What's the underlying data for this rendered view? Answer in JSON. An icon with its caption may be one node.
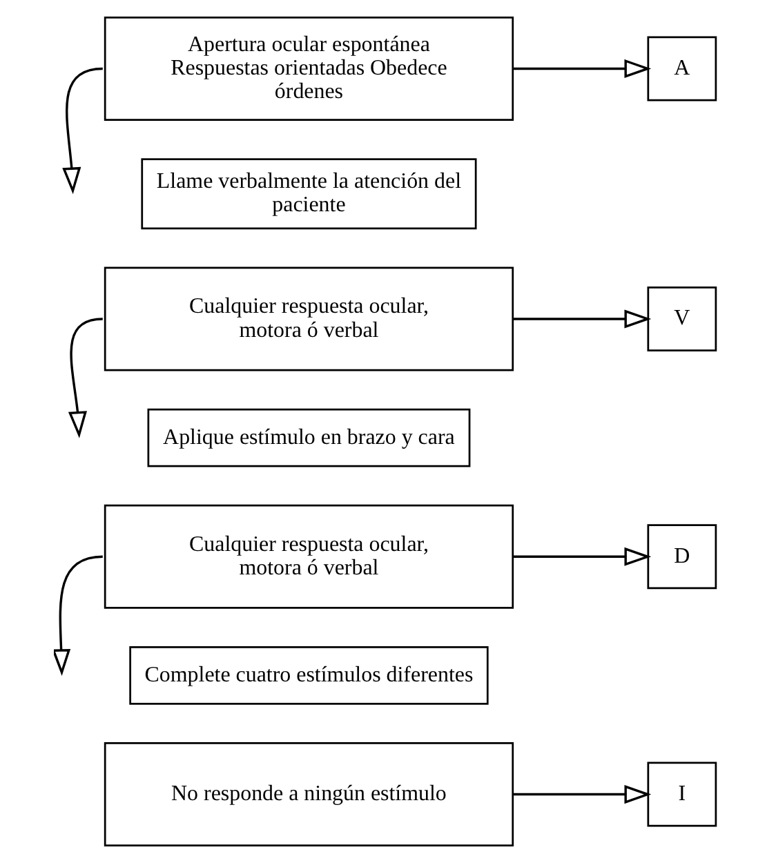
{
  "diagram": {
    "nodes": [
      {
        "text": [
          "Apertura ocular espontánea Respuestas orientadas Obedece órdenes"
        ]
      },
      {
        "text": [
          "A"
        ]
      },
      {
        "text": [
          "Llame verbalmente la atención del paciente"
        ]
      },
      {
        "text": [
          "Cualquier respuesta ocular, motora ó verbal"
        ]
      },
      {
        "text": [
          "V"
        ]
      },
      {
        "text": [
          "Aplique estímulo en brazo y cara"
        ]
      },
      {
        "text": [
          "Cualquier respuesta ocular, motora ó verbal"
        ]
      },
      {
        "text": [
          "D"
        ]
      },
      {
        "text": [
          "Complete cuatro estímulos diferentes"
        ]
      },
      {
        "text": [
          "No responde a ningún estímulo"
        ]
      },
      {
        "text": [
          "I"
        ]
      }
    ],
    "edges": [
      {
        "from": 0,
        "to": 1,
        "arrow": "to"
      },
      {
        "from": 0,
        "to": null,
        "arrow": "to"
      },
      {
        "from": 3,
        "to": 4,
        "arrow": "to"
      },
      {
        "from": 3,
        "to": null,
        "arrow": "to"
      },
      {
        "from": 6,
        "to": 7,
        "arrow": "to"
      },
      {
        "from": 6,
        "to": null,
        "arrow": "to"
      },
      {
        "from": 9,
        "to": 10,
        "arrow": "to"
      }
    ]
  }
}
